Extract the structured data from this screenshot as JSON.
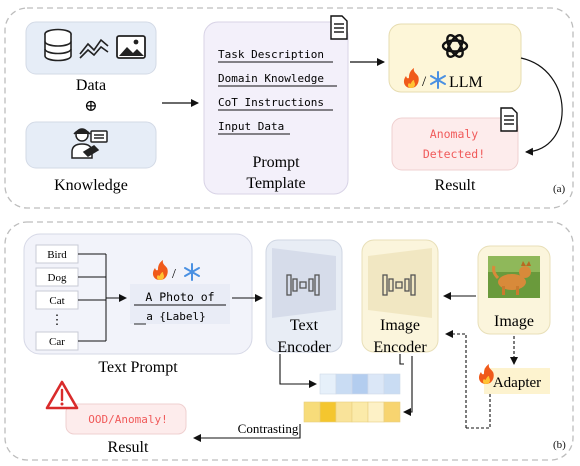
{
  "panel_a": {
    "tag": "(a)",
    "data_label": "Data",
    "plus_symbol": "⊕",
    "knowledge_label": "Knowledge",
    "prompt_lines": [
      "Task Description",
      "Domain Knowledge",
      "CoT Instructions",
      "Input Data"
    ],
    "prompt_template_label_line1": "Prompt",
    "prompt_template_label_line2": "Template",
    "llm_label": "LLM",
    "llm_mode_separator": "/",
    "result_text_line1": "Anomaly",
    "result_text_line2": "Detected!",
    "result_label": "Result"
  },
  "panel_b": {
    "tag": "(b)",
    "class_items": [
      "Bird",
      "Dog",
      "Cat",
      "⋮",
      "Car"
    ],
    "text_prompt_label": "Text Prompt",
    "mode_separator": "/",
    "template_line1": "A Photo of",
    "template_line2": "a {Label}",
    "text_encoder_line1": "Text",
    "text_encoder_line2": "Encoder",
    "image_encoder_line1": "Image",
    "image_encoder_line2": "Encoder",
    "image_label": "Image",
    "adapter_label": "Adapter",
    "contrasting_label": "Contrasting",
    "result_text": "OOD/Anomaly!",
    "result_label": "Result"
  },
  "icons": [
    "database-icon",
    "line-chart-icon",
    "image-icon",
    "knowledge-icon",
    "document-icon",
    "openai-icon",
    "fire-icon",
    "snowflake-icon",
    "warning-icon",
    "encoder-icon",
    "dog-photo"
  ],
  "colors": {
    "panel_border": "#bbbbbb",
    "box_border": "#cfcfd4",
    "data_fill": "#e6edf7",
    "prompt_fill": "#f3f0fa",
    "llm_fill": "#fdf6d8",
    "result_fill": "#fdecec",
    "anomaly_text": "#f05a5a",
    "text_encoder_fill": "#e8edf5",
    "image_encoder_fill": "#fbf5dc",
    "adapter_fill": "#fdf3cf",
    "fire": "#f05a1a",
    "snowflake": "#4a90e2"
  }
}
